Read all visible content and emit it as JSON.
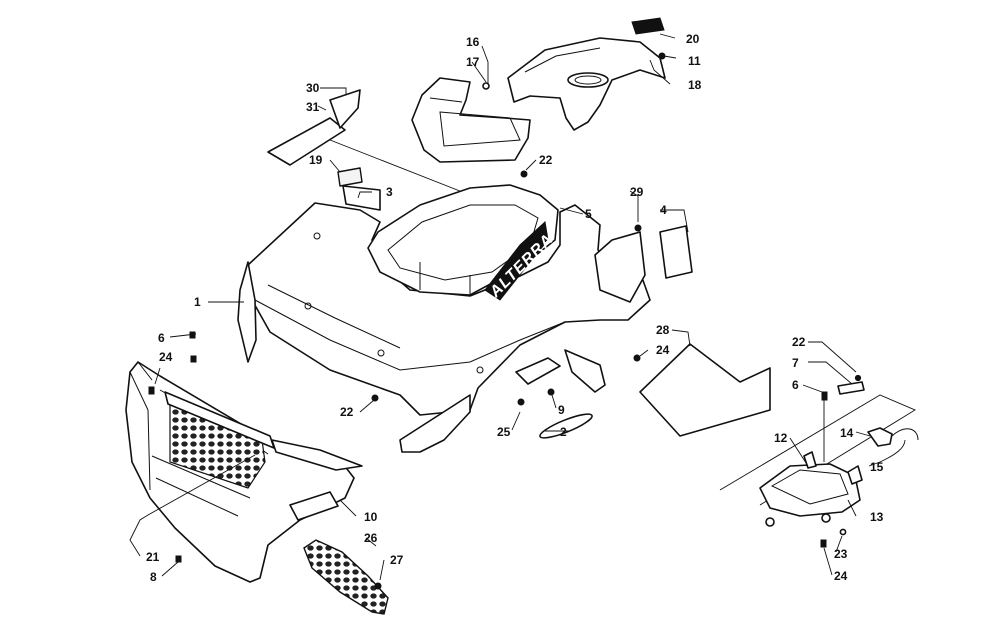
{
  "diagram": {
    "decal_text": "ALTERRA",
    "callouts": [
      {
        "id": "c1",
        "label": "1"
      },
      {
        "id": "c2",
        "label": "2"
      },
      {
        "id": "c3",
        "label": "3"
      },
      {
        "id": "c4",
        "label": "4"
      },
      {
        "id": "c5",
        "label": "5"
      },
      {
        "id": "c6a",
        "label": "6"
      },
      {
        "id": "c6b",
        "label": "6"
      },
      {
        "id": "c7",
        "label": "7"
      },
      {
        "id": "c8",
        "label": "8"
      },
      {
        "id": "c9",
        "label": "9"
      },
      {
        "id": "c10",
        "label": "10"
      },
      {
        "id": "c11",
        "label": "11"
      },
      {
        "id": "c12",
        "label": "12"
      },
      {
        "id": "c13",
        "label": "13"
      },
      {
        "id": "c14",
        "label": "14"
      },
      {
        "id": "c15",
        "label": "15"
      },
      {
        "id": "c16",
        "label": "16"
      },
      {
        "id": "c17",
        "label": "17"
      },
      {
        "id": "c18",
        "label": "18"
      },
      {
        "id": "c19",
        "label": "19"
      },
      {
        "id": "c20",
        "label": "20"
      },
      {
        "id": "c21",
        "label": "21"
      },
      {
        "id": "c22a",
        "label": "22"
      },
      {
        "id": "c22b",
        "label": "22"
      },
      {
        "id": "c22c",
        "label": "22"
      },
      {
        "id": "c23",
        "label": "23"
      },
      {
        "id": "c24a",
        "label": "24"
      },
      {
        "id": "c24b",
        "label": "24"
      },
      {
        "id": "c24c",
        "label": "24"
      },
      {
        "id": "c25",
        "label": "25"
      },
      {
        "id": "c26",
        "label": "26"
      },
      {
        "id": "c27",
        "label": "27"
      },
      {
        "id": "c28",
        "label": "28"
      },
      {
        "id": "c29",
        "label": "29"
      },
      {
        "id": "c30",
        "label": "30"
      },
      {
        "id": "c31",
        "label": "31"
      }
    ]
  }
}
